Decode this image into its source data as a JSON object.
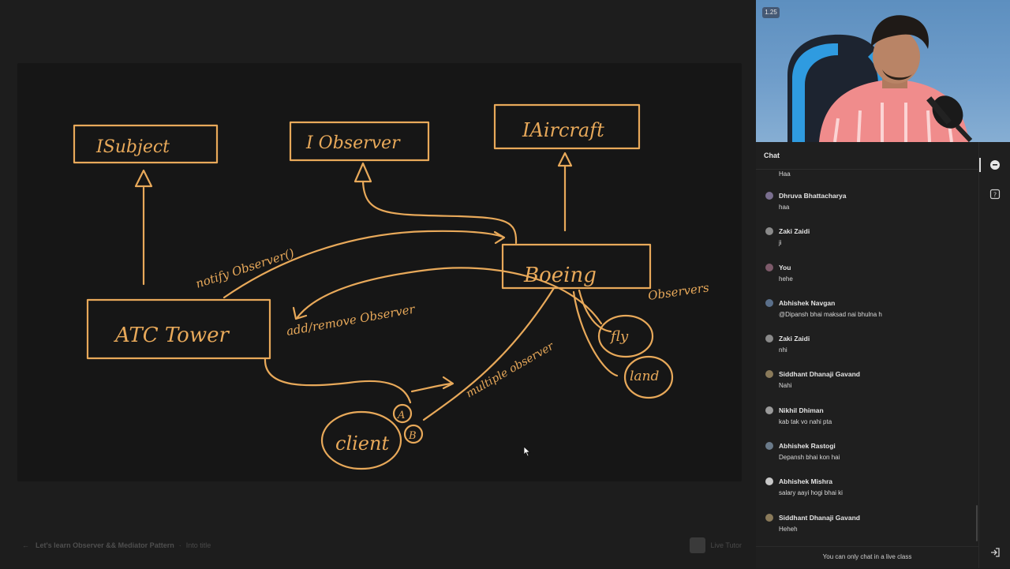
{
  "whiteboard": {
    "labels": {
      "isubject": "ISubject",
      "iobserver": "I Observer",
      "iaircraft": "IAircraft",
      "boeing": "Boeing",
      "atc_tower": "ATC Tower",
      "notify": "notify Observer()",
      "add_remove": "add/remove Observer",
      "observers": "Observers",
      "fly": "fly",
      "land": "land",
      "client": "client",
      "multiple_observer": "multiple observer",
      "a": "A",
      "b": "B"
    },
    "ink_color": "#e8a95a"
  },
  "bottom_bar": {
    "back_icon": "arrow-left-icon",
    "title": "Let's learn Observer && Mediator Pattern",
    "separator": "·",
    "meta": "Into title",
    "presenter": "Live Tutor"
  },
  "webcam": {
    "badge": "1.25"
  },
  "chat": {
    "header": "Chat",
    "first_partial_text": "Haa",
    "messages": [
      {
        "name": "Dhruva Bhattacharya",
        "text": "haa"
      },
      {
        "name": "Zaki Zaidi",
        "text": "ji"
      },
      {
        "name": "You",
        "text": "hehe"
      },
      {
        "name": "Abhishek Navgan",
        "text": "@Dipansh bhai maksad nai bhulna h"
      },
      {
        "name": "Zaki Zaidi",
        "text": "nhi"
      },
      {
        "name": "Siddhant Dhanaji Gavand",
        "text": "Nahi"
      },
      {
        "name": "Nikhil Dhiman",
        "text": "kab tak vo nahi pta"
      },
      {
        "name": "Abhishek Rastogi",
        "text": "Depansh bhai kon hai"
      },
      {
        "name": "Abhishek Mishra",
        "text": "salary aayi hogi bhai ki"
      },
      {
        "name": "Siddhant Dhanaji Gavand",
        "text": "Heheh"
      }
    ],
    "footer": "You can only chat in a live class",
    "rail_icons": [
      "chat-bubble-icon",
      "question-icon",
      "exit-icon"
    ]
  }
}
